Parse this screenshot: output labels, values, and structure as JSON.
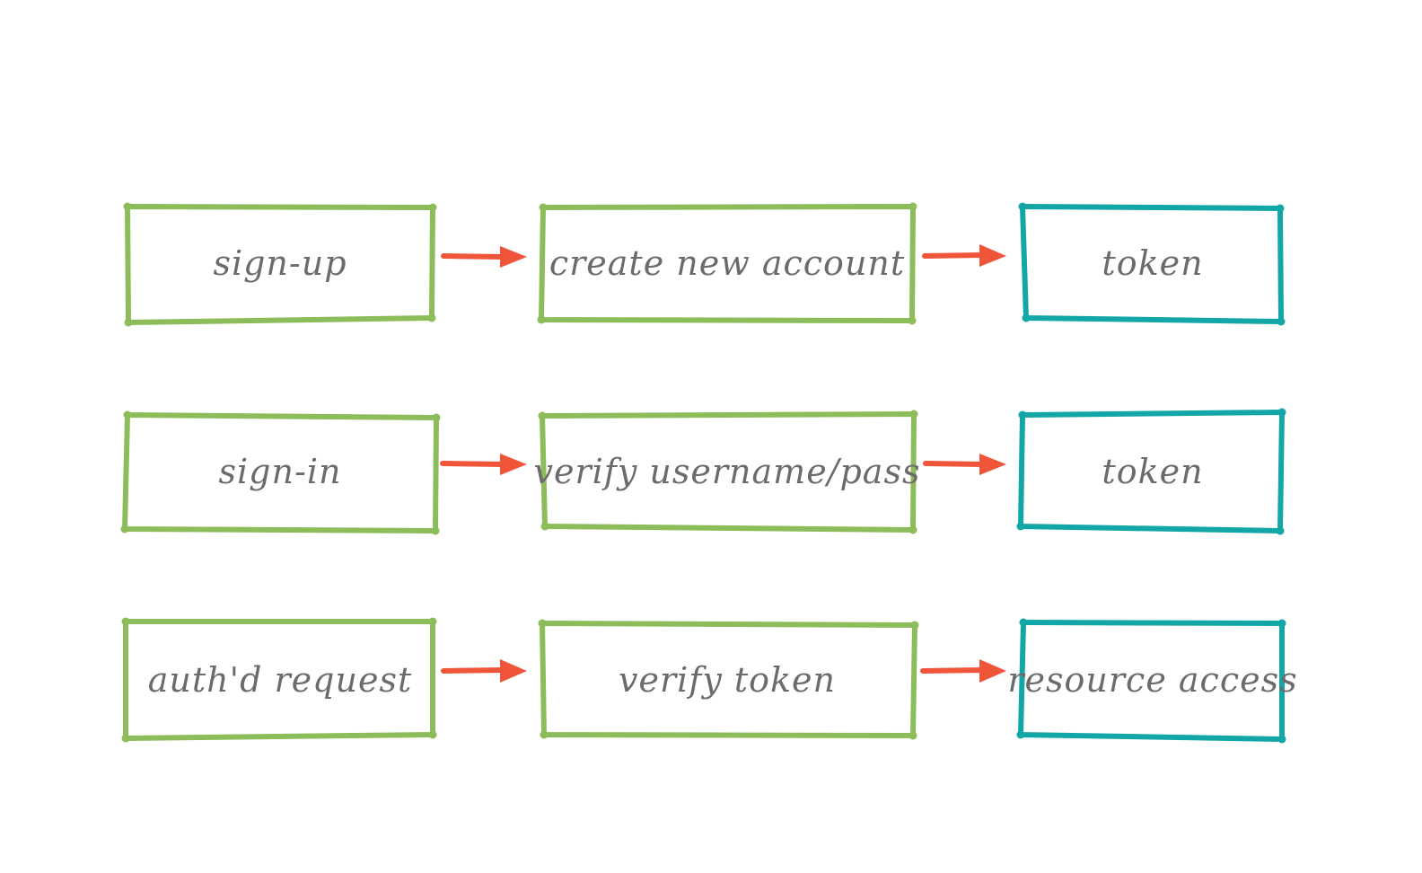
{
  "colors": {
    "process_box": "#8dbd5a",
    "result_box": "#13a6a6",
    "arrow": "#f0553a",
    "text": "#6b6b6b",
    "background": "#ffffff"
  },
  "rows": [
    {
      "steps": [
        {
          "label": "sign-up",
          "kind": "process"
        },
        {
          "label": "create new account",
          "kind": "process"
        },
        {
          "label": "token",
          "kind": "result"
        }
      ]
    },
    {
      "steps": [
        {
          "label": "sign-in",
          "kind": "process"
        },
        {
          "label": "verify username/pass",
          "kind": "process"
        },
        {
          "label": "token",
          "kind": "result"
        }
      ]
    },
    {
      "steps": [
        {
          "label": "auth'd request",
          "kind": "process"
        },
        {
          "label": "verify token",
          "kind": "process"
        },
        {
          "label": "resource access",
          "kind": "result"
        }
      ]
    }
  ]
}
